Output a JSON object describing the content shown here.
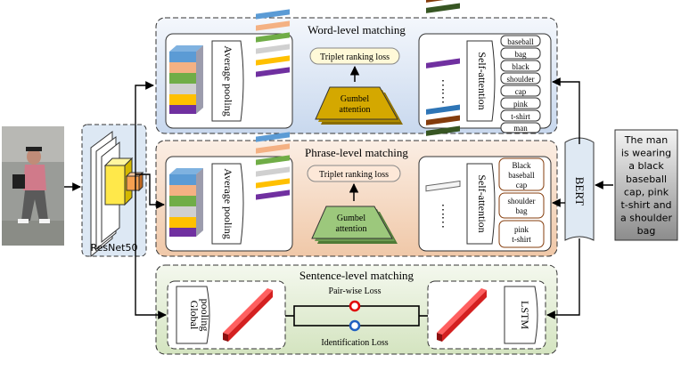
{
  "panels": {
    "word": {
      "title": "Word-level matching",
      "pool_label": "Average pooling",
      "loss_label": "Triplet ranking loss",
      "gumbel_label_1": "Gumbel",
      "gumbel_label_2": "attention",
      "self_att_label": "Self-attention",
      "tokens": [
        "baseball",
        "bag",
        "black",
        "shoulder",
        "cap",
        "pink",
        "t-shirt",
        "man"
      ]
    },
    "phrase": {
      "title": "Phrase-level matching",
      "pool_label": "Average pooling",
      "loss_label": "Triplet ranking loss",
      "gumbel_label_1": "Gumbel",
      "gumbel_label_2": "attention",
      "self_att_label": "Self-attention",
      "phrases": [
        [
          "Black",
          "baseball",
          "cap"
        ],
        [
          "shoulder",
          "bag"
        ],
        [
          "pink",
          "t-shirt"
        ]
      ]
    },
    "sentence": {
      "title": "Sentence-level matching",
      "pool_label_1": "Global",
      "pool_label_2": "pooling",
      "pair_loss": "Pair-wise Loss",
      "id_loss": "Identification Loss",
      "lstm_label": "LSTM"
    }
  },
  "backbone": {
    "label": "ResNet50"
  },
  "bert": {
    "label": "BERT"
  },
  "caption": {
    "lines": [
      "The man",
      "is wearing",
      "a black",
      "baseball",
      "cap, pink",
      "t-shirt and",
      "a shoulder",
      "bag"
    ]
  },
  "colors": {
    "word_bg": "#dce6f4",
    "phrase_bg": "#f6dcc8",
    "sentence_bg": "#e4eed8",
    "gumbel_word": "#c8a000",
    "gumbel_phrase": "#8cb870",
    "red_bar": "#d42020",
    "caption_bg": "#a8a8a8"
  }
}
